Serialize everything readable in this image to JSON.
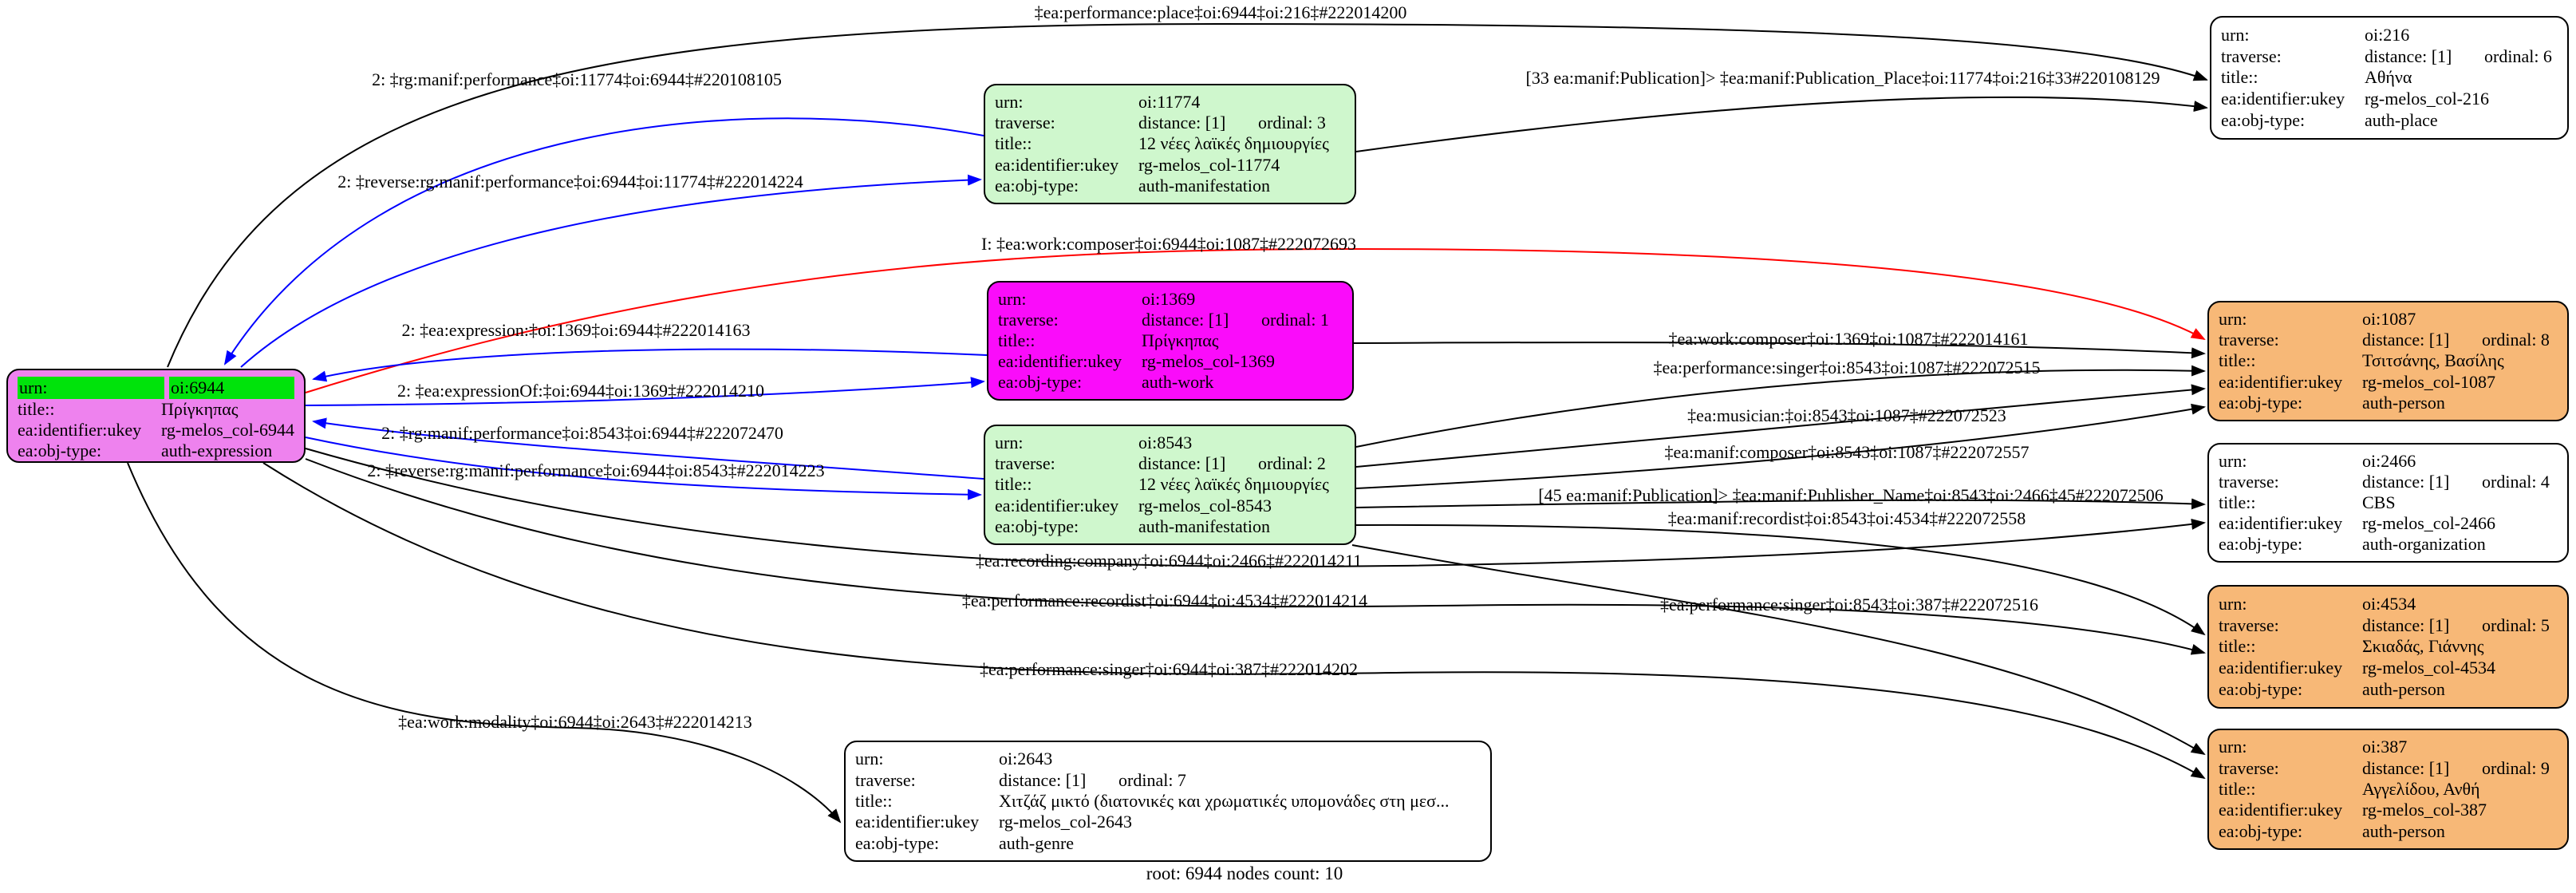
{
  "caption": "root: 6944 nodes count: 10",
  "keys": {
    "urn": "urn:",
    "traverse": "traverse:",
    "title": "title::",
    "ukey": "ea:identifier:ukey",
    "objType": "ea:obj-type:"
  },
  "colors": {
    "expression_fill": "#EE82EE",
    "work_fill": "#FA0CFA",
    "manifestation_fill": "#CFF7CD",
    "person_fill": "#F7B877",
    "plain_fill": "#FFFFFF",
    "urn_highlight": "#00E30B",
    "edge_black": "#000000",
    "edge_blue": "#0000ff",
    "edge_red": "#ff0000"
  },
  "nodes": [
    {
      "urn": "oi:6944",
      "title": "Πρίγκηπας",
      "ukey": "rg-melos_col-6944",
      "objType": "auth-expression",
      "fill": "#EE82EE"
    },
    {
      "urn": "oi:11774",
      "traverse": {
        "distance": "distance: [1]",
        "ordinal": "ordinal: 3"
      },
      "title": "12 νέες λαϊκές δημιουργίες",
      "ukey": "rg-melos_col-11774",
      "objType": "auth-manifestation",
      "fill": "#CFF7CD"
    },
    {
      "urn": "oi:1369",
      "traverse": {
        "distance": "distance: [1]",
        "ordinal": "ordinal: 1"
      },
      "title": "Πρίγκηπας",
      "ukey": "rg-melos_col-1369",
      "objType": "auth-work",
      "fill": "#FA0CFA"
    },
    {
      "urn": "oi:8543",
      "traverse": {
        "distance": "distance: [1]",
        "ordinal": "ordinal: 2"
      },
      "title": "12 νέες λαϊκές δημιουργίες",
      "ukey": "rg-melos_col-8543",
      "objType": "auth-manifestation",
      "fill": "#CFF7CD"
    },
    {
      "urn": "oi:216",
      "traverse": {
        "distance": "distance: [1]",
        "ordinal": "ordinal: 6"
      },
      "title": "Αθήνα",
      "ukey": "rg-melos_col-216",
      "objType": "auth-place",
      "fill": "#FFFFFF"
    },
    {
      "urn": "oi:1087",
      "traverse": {
        "distance": "distance: [1]",
        "ordinal": "ordinal: 8"
      },
      "title": "Τσιτσάνης, Βασίλης",
      "ukey": "rg-melos_col-1087",
      "objType": "auth-person",
      "fill": "#F7B877"
    },
    {
      "urn": "oi:2466",
      "traverse": {
        "distance": "distance: [1]",
        "ordinal": "ordinal: 4"
      },
      "title": "CBS",
      "ukey": "rg-melos_col-2466",
      "objType": "auth-organization",
      "fill": "#FFFFFF"
    },
    {
      "urn": "oi:4534",
      "traverse": {
        "distance": "distance: [1]",
        "ordinal": "ordinal: 5"
      },
      "title": "Σκιαδάς, Γιάννης",
      "ukey": "rg-melos_col-4534",
      "objType": "auth-person",
      "fill": "#F7B877"
    },
    {
      "urn": "oi:387",
      "traverse": {
        "distance": "distance: [1]",
        "ordinal": "ordinal: 9"
      },
      "title": "Αγγελίδου, Ανθή",
      "ukey": "rg-melos_col-387",
      "objType": "auth-person",
      "fill": "#F7B877"
    },
    {
      "urn": "oi:2643",
      "traverse": {
        "distance": "distance: [1]",
        "ordinal": "ordinal: 7"
      },
      "title": "Χιτζάζ μικτό (διατονικές και χρωματικές υπομονάδες στη μεσ...",
      "ukey": "rg-melos_col-2643",
      "objType": "auth-genre",
      "fill": "#FFFFFF"
    }
  ],
  "edges": [
    {
      "label": "‡ea:performance:place‡oi:6944‡oi:216‡#222014200",
      "color": "#000000"
    },
    {
      "label": "2: ‡rg:manif:performance‡oi:11774‡oi:6944‡#220108105",
      "color": "#0000ff"
    },
    {
      "label": "[33 ea:manif:Publication]> ‡ea:manif:Publication_Place‡oi:11774‡oi:216‡33#220108129",
      "color": "#000000"
    },
    {
      "label": "2: ‡reverse:rg:manif:performance‡oi:6944‡oi:11774‡#222014224",
      "color": "#0000ff"
    },
    {
      "label": "I: ‡ea:work:composer‡oi:6944‡oi:1087‡#222072693",
      "color": "#ff0000"
    },
    {
      "label": "2: ‡ea:expression:‡oi:1369‡oi:6944‡#222014163",
      "color": "#0000ff"
    },
    {
      "label": "‡ea:work:composer‡oi:1369‡oi:1087‡#222014161",
      "color": "#000000"
    },
    {
      "label": "‡ea:performance:singer‡oi:8543‡oi:1087‡#222072515",
      "color": "#000000"
    },
    {
      "label": "2: ‡ea:expressionOf:‡oi:6944‡oi:1369‡#222014210",
      "color": "#0000ff"
    },
    {
      "label": "‡ea:musician:‡oi:8543‡oi:1087‡#222072523",
      "color": "#000000"
    },
    {
      "label": "2: ‡rg:manif:performance‡oi:8543‡oi:6944‡#222072470",
      "color": "#0000ff"
    },
    {
      "label": "‡ea:manif:composer‡oi:8543‡oi:1087‡#222072557",
      "color": "#000000"
    },
    {
      "label": "2: ‡reverse:rg:manif:performance‡oi:6944‡oi:8543‡#222014223",
      "color": "#0000ff"
    },
    {
      "label": "[45 ea:manif:Publication]> ‡ea:manif:Publisher_Name‡oi:8543‡oi:2466‡45#222072506",
      "color": "#000000"
    },
    {
      "label": "‡ea:manif:recordist‡oi:8543‡oi:4534‡#222072558",
      "color": "#000000"
    },
    {
      "label": "‡ea:recording:company‡oi:6944‡oi:2466‡#222014211",
      "color": "#000000"
    },
    {
      "label": "‡ea:performance:recordist‡oi:6944‡oi:4534‡#222014214",
      "color": "#000000"
    },
    {
      "label": "‡ea:performance:singer‡oi:8543‡oi:387‡#222072516",
      "color": "#000000"
    },
    {
      "label": "‡ea:performance:singer‡oi:6944‡oi:387‡#222014202",
      "color": "#000000"
    },
    {
      "label": "‡ea:work:modality‡oi:6944‡oi:2643‡#222014213",
      "color": "#000000"
    }
  ]
}
